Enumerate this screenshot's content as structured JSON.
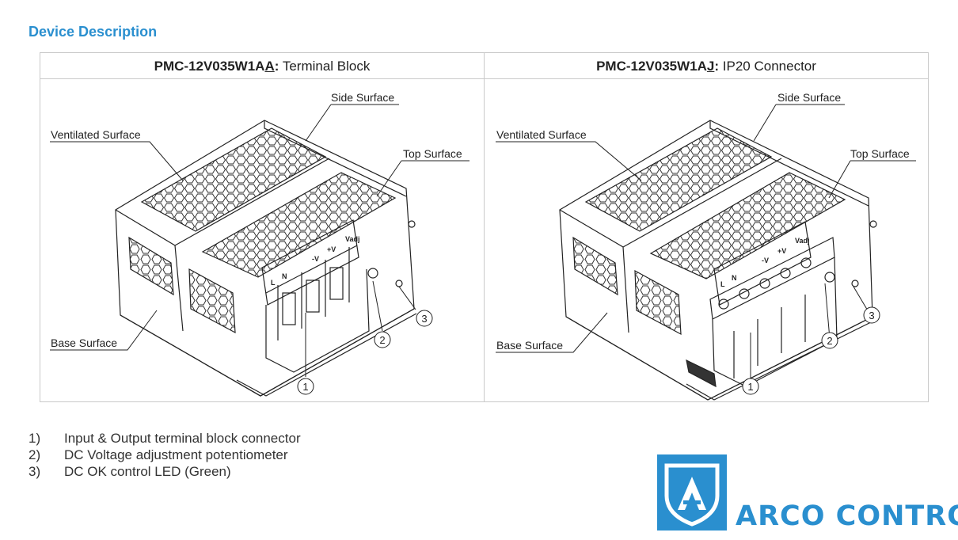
{
  "section_title": "Device Description",
  "columns": [
    {
      "model_prefix": "PMC-12V035W1A",
      "model_suffix": "A",
      "colon": ":",
      "variant": "Terminal Block",
      "labels": {
        "side": "Side Surface",
        "ventilated": "Ventilated Surface",
        "top": "Top Surface",
        "base": "Base Surface"
      },
      "terminal_labels": [
        "L",
        "N",
        "-V",
        "+V",
        "Vadj"
      ],
      "callouts": [
        "1",
        "2",
        "3"
      ]
    },
    {
      "model_prefix": "PMC-12V035W1A",
      "model_suffix": "J",
      "colon": ":",
      "variant": "IP20 Connector",
      "labels": {
        "side": "Side Surface",
        "ventilated": "Ventilated Surface",
        "top": "Top Surface",
        "base": "Base Surface"
      },
      "terminal_labels": [
        "L",
        "N",
        "-V",
        "+V",
        "Vadj"
      ],
      "callouts": [
        "1",
        "2",
        "3"
      ]
    }
  ],
  "notes": [
    {
      "num": "1)",
      "text": "Input & Output terminal block connector"
    },
    {
      "num": "2)",
      "text": "DC Voltage adjustment potentiometer"
    },
    {
      "num": "3)",
      "text": "DC OK control LED (Green)"
    }
  ],
  "logo": {
    "text": "ARCO CONTROL",
    "mark_letter": "A",
    "color": "#2a8fcf"
  }
}
